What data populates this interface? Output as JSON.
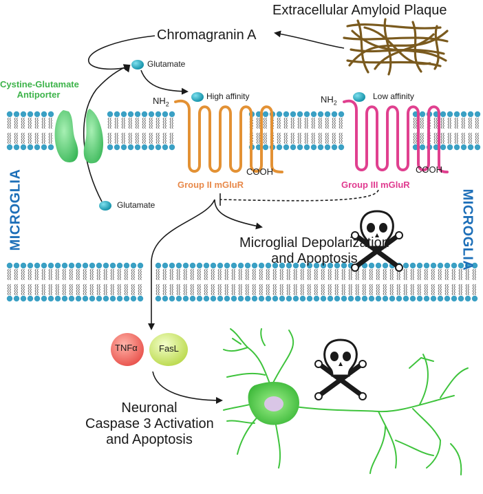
{
  "title": "Extracellular Amyloid Plaque",
  "chromagranin": "Chromagranin A",
  "antiporter": {
    "line1": "Cystine-Glutamate",
    "line2": "Antiporter"
  },
  "glutamate_top": "Glutamate",
  "glutamate_bottom": "Glutamate",
  "group2": {
    "nh2": "NH",
    "nh2_sub": "2",
    "affinity": "High affinity",
    "cooh": "COOH",
    "name": "Group II mGluR",
    "color": "#e39134"
  },
  "group3": {
    "nh2": "NH",
    "nh2_sub": "2",
    "affinity": "Low affinity",
    "cooh": "COOH",
    "name": "Group III mGluR",
    "color": "#e0408f"
  },
  "microglia_left": "MICROGLIA",
  "microglia_right": "MICROGLIA",
  "depolarization": {
    "line1": "Microglial Depolarization",
    "line2": "and Apoptosis"
  },
  "tnf": "TNFα",
  "fasl": "FasL",
  "neuronal": {
    "line1": "Neuronal",
    "line2": "Caspase 3 Activation",
    "line3": "and Apoptosis"
  },
  "colors": {
    "lipid_head": "#3aa0c4",
    "antiporter": "#4cc163",
    "glutamate": "#15a3b8",
    "plaque": "#7a5a1e",
    "neuron": "#3ec33c",
    "tnf": "#e8504a",
    "fasl": "#c8e05a",
    "microglia_text": "#1d6fb8"
  }
}
